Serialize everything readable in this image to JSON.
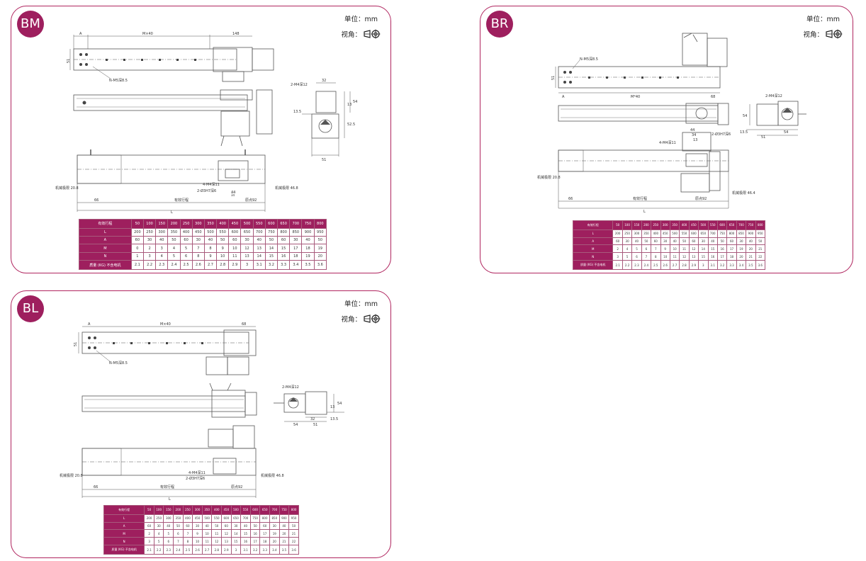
{
  "common": {
    "unit_label": "单位：mm",
    "view_label": "视角：",
    "view_icon": "third-angle-projection-icon"
  },
  "colors": {
    "accent": "#9e1f5e",
    "border": "#b0255f",
    "line": "#555555"
  },
  "panels": {
    "bm": {
      "badge": "BM",
      "labels": {
        "dim_a": "A",
        "dim_m40": "M×40",
        "dim_148": "148",
        "dim_51": "51",
        "hole_n": "N-M5深8.5",
        "hole_z": "2-M4深12",
        "dim_32": "32",
        "dim_13": "13",
        "dim_54": "54",
        "dim_135": "13.5",
        "dim_525": "52.5",
        "dim_51b": "51",
        "hole_4": "4-M4深11",
        "hole_pin": "2-Ø3H7深6",
        "limit_left": "机械极限 20.8",
        "limit_right": "机械极限 46.8",
        "dim_66": "66",
        "stroke": "有效行程",
        "origin": "原点92",
        "dim_l": "L",
        "dim_44": "44",
        "dim_34": "34"
      }
    },
    "br": {
      "badge": "BR",
      "labels": {
        "dim_51": "51",
        "hole_n": "N-M5深8.5",
        "dim_a": "A",
        "dim_m40": "M*40",
        "dim_68": "68",
        "hole_z": "2-M4深12",
        "dim_54": "54",
        "dim_135": "13.5",
        "dim_51b": "51",
        "dim_54b": "54",
        "dim_44": "44",
        "dim_34": "34",
        "hole_4": "4-M4深11",
        "hole_pin": "2-Ø3H7深6",
        "dim_13": "13",
        "limit_left": "机械极限 20.8",
        "limit_right": "机械极限 46.4",
        "dim_66": "66",
        "stroke": "有效行程",
        "origin": "原点92",
        "dim_l": "L"
      }
    },
    "bl": {
      "badge": "BL",
      "labels": {
        "dim_a": "A",
        "dim_m40": "M×40",
        "dim_68": "68",
        "dim_51": "51",
        "hole_n": "N-M5深8.5",
        "hole_z": "2-M4深12",
        "dim_54": "54",
        "dim_32": "32",
        "dim_51b": "51",
        "dim_135": "13.5",
        "dim_54b": "54",
        "dim_13": "13",
        "hole_4": "4-M4深11",
        "hole_pin": "2-Ø3H7深6",
        "limit_left": "机械极限 20.8",
        "limit_right": "机械极限 46.8",
        "dim_66": "66",
        "stroke": "有效行程",
        "origin": "原点92",
        "dim_l": "L"
      }
    }
  },
  "spec_table": {
    "header": "有效行程",
    "strokes": [
      "50",
      "100",
      "150",
      "200",
      "250",
      "300",
      "350",
      "400",
      "450",
      "500",
      "550",
      "600",
      "650",
      "700",
      "750",
      "800"
    ],
    "rows": [
      {
        "label": "L",
        "values": [
          "200",
          "250",
          "300",
          "350",
          "400",
          "450",
          "500",
          "550",
          "600",
          "650",
          "700",
          "750",
          "800",
          "850",
          "900",
          "950"
        ]
      },
      {
        "label": "A",
        "values": [
          "60",
          "30",
          "40",
          "50",
          "60",
          "30",
          "40",
          "50",
          "60",
          "30",
          "40",
          "50",
          "60",
          "30",
          "40",
          "50"
        ]
      },
      {
        "label": "M",
        "values": [
          "0",
          "2",
          "3",
          "4",
          "5",
          "7",
          "8",
          "9",
          "10",
          "12",
          "13",
          "14",
          "15",
          "17",
          "18",
          "19"
        ]
      },
      {
        "label": "N",
        "values": [
          "1",
          "3",
          "4",
          "5",
          "6",
          "8",
          "9",
          "10",
          "11",
          "13",
          "14",
          "15",
          "16",
          "18",
          "19",
          "20"
        ]
      },
      {
        "label": "质量 (KG) 不含电机",
        "values": [
          "2.1",
          "2.2",
          "2.3",
          "2.4",
          "2.5",
          "2.6",
          "2.7",
          "2.8",
          "2.9",
          "3",
          "3.1",
          "3.2",
          "3.3",
          "3.4",
          "3.5",
          "3.6"
        ]
      }
    ]
  },
  "spec_table_br_bl": {
    "rows": [
      {
        "label": "L",
        "values": [
          "200",
          "250",
          "300",
          "350",
          "400",
          "450",
          "500",
          "550",
          "600",
          "650",
          "700",
          "750",
          "800",
          "850",
          "900",
          "950"
        ]
      },
      {
        "label": "A",
        "values": [
          "60",
          "30",
          "40",
          "50",
          "60",
          "30",
          "40",
          "50",
          "60",
          "30",
          "40",
          "50",
          "60",
          "30",
          "40",
          "50"
        ]
      },
      {
        "label": "M",
        "values": [
          "2",
          "4",
          "5",
          "6",
          "7",
          "9",
          "10",
          "11",
          "12",
          "14",
          "15",
          "16",
          "17",
          "19",
          "20",
          "21"
        ]
      },
      {
        "label": "N",
        "values": [
          "3",
          "5",
          "6",
          "7",
          "8",
          "10",
          "11",
          "12",
          "13",
          "15",
          "16",
          "17",
          "18",
          "20",
          "21",
          "22"
        ]
      },
      {
        "label": "质量 (KG) 不含电机",
        "values": [
          "2.1",
          "2.2",
          "2.3",
          "2.4",
          "2.5",
          "2.6",
          "2.7",
          "2.8",
          "2.9",
          "3",
          "3.1",
          "3.2",
          "3.3",
          "3.4",
          "3.5",
          "3.6"
        ]
      }
    ]
  }
}
